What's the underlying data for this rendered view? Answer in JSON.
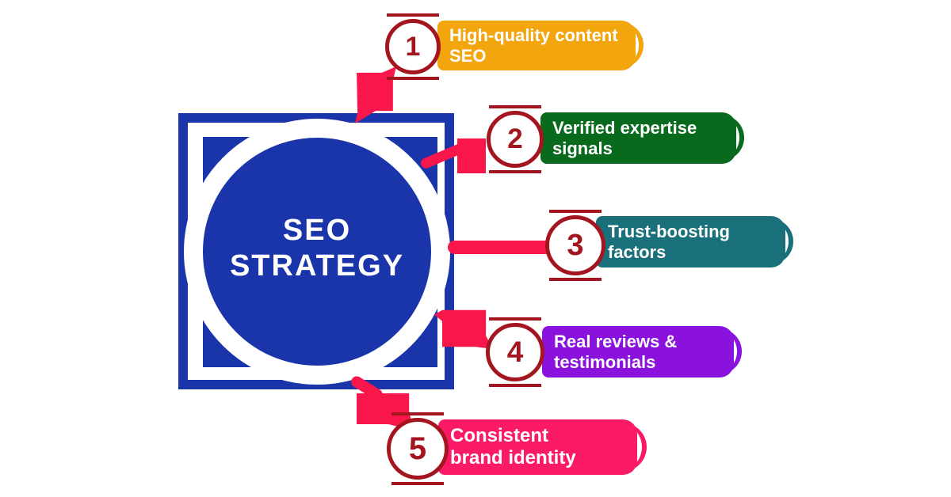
{
  "title": {
    "line1": "SEO",
    "line2": "STRATEGY"
  },
  "items": [
    {
      "number": "1",
      "label_line1": "High-quality content",
      "label_line2": "SEO",
      "color": "#F2A50D"
    },
    {
      "number": "2",
      "label_line1": "Verified expertise",
      "label_line2": "signals",
      "color": "#096A1D"
    },
    {
      "number": "3",
      "label_line1": "Trust-boosting",
      "label_line2": "factors",
      "color": "#19707A"
    },
    {
      "number": "4",
      "label_line1": "Real reviews &",
      "label_line2": "testimonials",
      "color": "#8A12DC"
    },
    {
      "number": "5",
      "label_line1": "Consistent",
      "label_line2": "brand identity",
      "color": "#FB1A67"
    }
  ],
  "colors": {
    "hub_blue": "#1A35A9",
    "badge_ring_red": "#A4161F",
    "connector_red": "#F8164B",
    "ribbon_text": "#FFFFFF",
    "background": "#FFFFFF"
  }
}
